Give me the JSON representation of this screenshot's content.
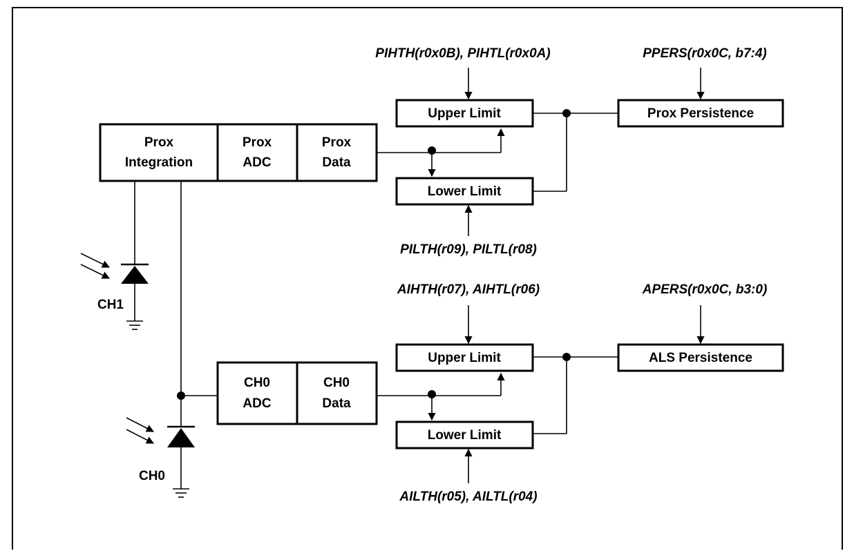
{
  "prox": {
    "integration": [
      "Prox",
      "Integration"
    ],
    "adc": [
      "Prox",
      "ADC"
    ],
    "data": [
      "Prox",
      "Data"
    ],
    "upper_limit": "Upper Limit",
    "lower_limit": "Lower Limit",
    "persistence": "Prox Persistence",
    "upper_regs": "PIHTH(r0x0B), PIHTL(r0x0A)",
    "lower_regs": "PILTH(r09), PILTL(r08)",
    "persistence_reg": "PPERS(r0x0C, b7:4)"
  },
  "als": {
    "adc": [
      "CH0",
      "ADC"
    ],
    "data": [
      "CH0",
      "Data"
    ],
    "upper_limit": "Upper Limit",
    "lower_limit": "Lower Limit",
    "persistence": "ALS Persistence",
    "upper_regs": "AIHTH(r07), AIHTL(r06)",
    "lower_regs": "AILTH(r05), AILTL(r04)",
    "persistence_reg": "APERS(r0x0C, b3:0)"
  },
  "photodiodes": {
    "ch1_label": "CH1",
    "ch0_label": "CH0"
  }
}
